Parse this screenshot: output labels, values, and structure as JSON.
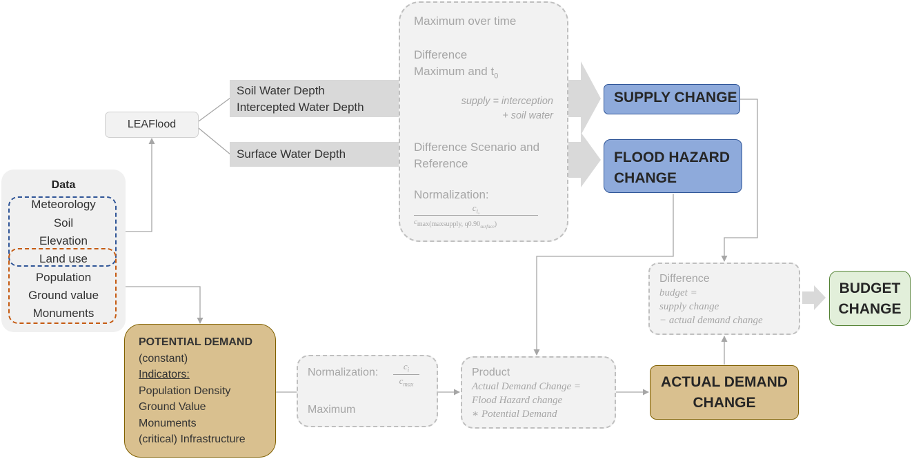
{
  "data_panel": {
    "title": "Data",
    "items": [
      "Meteorology",
      "Soil",
      "Elevation",
      "Land use",
      "Population",
      "Ground value",
      "Monuments"
    ]
  },
  "model": {
    "label": "LEAFlood"
  },
  "outputs": {
    "soil_line1": "Soil Water Depth",
    "soil_line2": "Intercepted Water Depth",
    "surface": "Surface Water Depth"
  },
  "process": {
    "step1": "Maximum over time",
    "step2_line1": "Difference",
    "step2_line2": "Maximum and t",
    "step2_sub": "0",
    "supply_formula_line1": "supply = interception",
    "supply_formula_line2": "+ soil water",
    "step3_line1": "Difference Scenario and",
    "step3_line2": "Reference",
    "step4": "Normalization:",
    "formula_num": "c",
    "formula_num_sub": "i,",
    "formula_den": "c",
    "formula_den_sub": "max(maxsupply, q0.90",
    "formula_den_subsub": "surface",
    "formula_den_close": ")"
  },
  "results": {
    "supply_change": "SUPPLY CHANGE",
    "flood_line1": "FLOOD HAZARD",
    "flood_line2": "CHANGE"
  },
  "difference": {
    "title": "Difference",
    "line1": "budget =",
    "line2": "supply change",
    "line3": "− actual demand change"
  },
  "budget": {
    "line1": "BUDGET",
    "line2": "CHANGE"
  },
  "potential_demand": {
    "title": "POTENTIAL DEMAND",
    "subtitle": "(constant)",
    "indicators_label": "Indicators:",
    "indicators": [
      "Population Density",
      "Ground Value",
      "Monuments",
      "(critical) Infrastructure"
    ]
  },
  "normalization2": {
    "label": "Normalization:",
    "num": "c",
    "num_sub": "i",
    "den": "c",
    "den_sub": "max",
    "step2": "Maximum"
  },
  "product": {
    "title": "Product",
    "line1": "Actual Demand Change =",
    "line2": "Flood Hazard change",
    "line3": "∗ Potential Demand"
  },
  "actual_demand": {
    "line1": "ACTUAL DEMAND",
    "line2": "CHANGE"
  },
  "colors": {
    "blue_fill": "#8eaadb",
    "blue_border": "#2f5597",
    "tan_fill": "#d9c08f",
    "green_fill": "#e2efda",
    "grey_arrow": "#d9d9d9",
    "orange_dash": "#c55a11"
  }
}
